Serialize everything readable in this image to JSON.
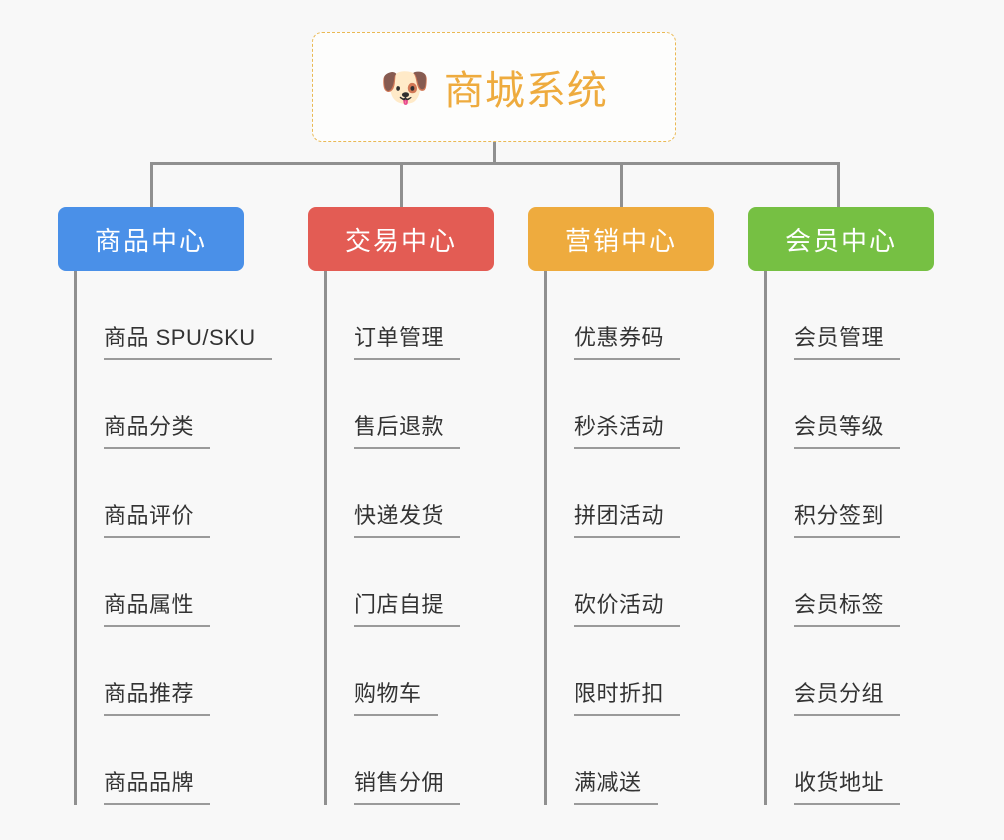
{
  "diagram": {
    "title": "商城系统",
    "background_color": "#f8f8f8",
    "connector_color": "#909090",
    "root": {
      "label": "商城系统",
      "emoji": "🐶",
      "emoji_name": "dog-face-emoji",
      "text_color": "#eeab3e",
      "border_color": "#eab954",
      "background_color": "#fdfdfc"
    },
    "categories": [
      {
        "label": "商品中心",
        "color": "#4a90e8",
        "items": [
          "商品 SPU/SKU",
          "商品分类",
          "商品评价",
          "商品属性",
          "商品推荐",
          "商品品牌"
        ]
      },
      {
        "label": "交易中心",
        "color": "#e35c54",
        "items": [
          "订单管理",
          "售后退款",
          "快递发货",
          "门店自提",
          "购物车",
          "销售分佣"
        ]
      },
      {
        "label": "营销中心",
        "color": "#eeab3e",
        "items": [
          "优惠券码",
          "秒杀活动",
          "拼团活动",
          "砍价活动",
          "限时折扣",
          "满减送"
        ]
      },
      {
        "label": "会员中心",
        "color": "#76c043",
        "items": [
          "会员管理",
          "会员等级",
          "积分签到",
          "会员标签",
          "会员分组",
          "收货地址"
        ]
      }
    ]
  }
}
